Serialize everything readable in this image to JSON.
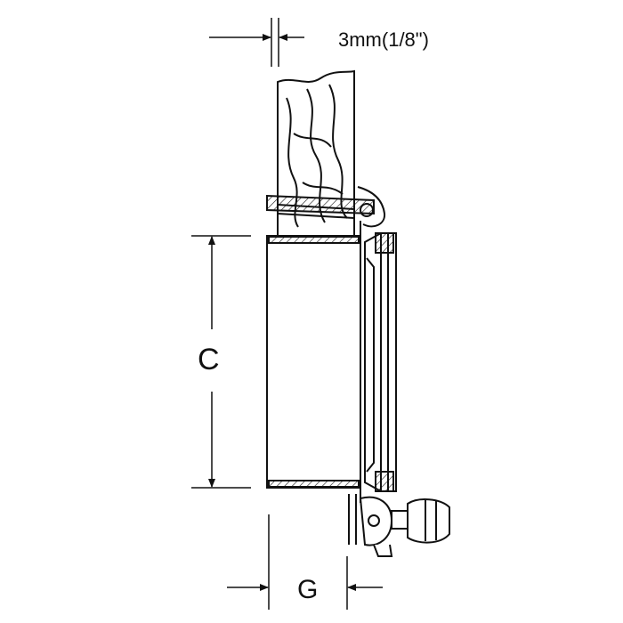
{
  "dimensions": {
    "gap_label": "3mm(1/8\")",
    "height_label": "C",
    "depth_label": "G"
  },
  "colors": {
    "line": "#111111",
    "background": "#ffffff"
  }
}
